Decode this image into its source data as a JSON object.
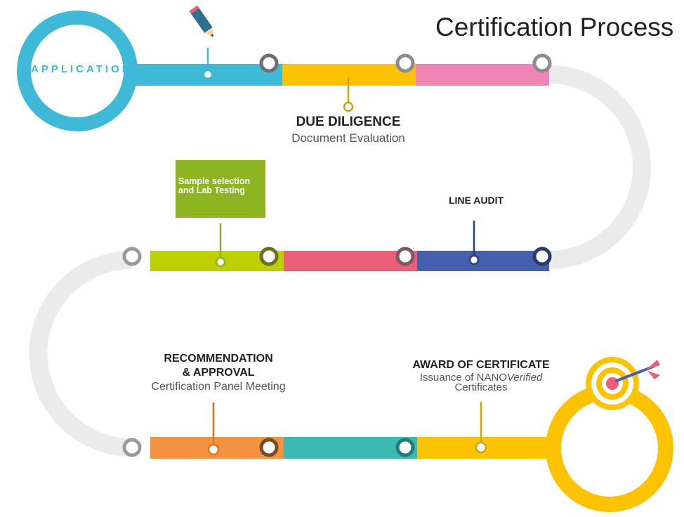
{
  "title": "Certification Process",
  "start_label": "APPLICATION",
  "stages": [
    {
      "heading": "DUE DILIGENCE",
      "subtitle": "Document Evaluation"
    },
    {
      "heading_line1": "Sample selection",
      "heading_line2": "and Lab Testing"
    },
    {
      "heading": "LINE AUDIT"
    },
    {
      "heading_line1": "RECOMMENDATION",
      "heading_line2": "& APPROVAL",
      "subtitle": "Certification Panel Meeting"
    },
    {
      "heading": "AWARD OF CERTIFICATE",
      "subtitle_prefix": "Issuance of NANO",
      "subtitle_italic": "Verified",
      "subtitle_line2": "Certificates"
    }
  ],
  "colors": {
    "application": "#3fb9d8",
    "due_diligence": "#fdc300",
    "row1_pink": "#f084b4",
    "row2_green": "#bdd100",
    "row2_red": "#ec5f78",
    "row2_blue": "#4660ad",
    "row3_orange": "#f39342",
    "row3_teal": "#3cb9b1",
    "row3_yellow": "#fdc300",
    "sample_box": "#8cb521",
    "track": "#ebebeb",
    "node": "#8c8c8c"
  },
  "icons": [
    "pencil-icon",
    "target-icon",
    "dart-icon"
  ]
}
